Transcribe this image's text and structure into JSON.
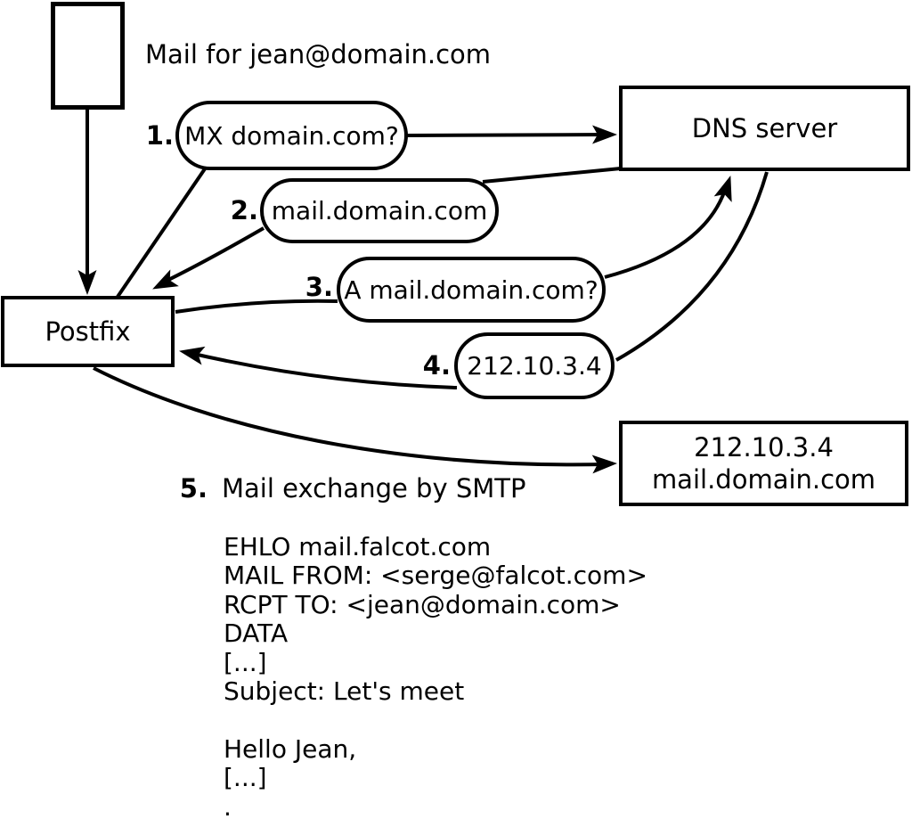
{
  "diagram": {
    "bg_color": "#ffffff",
    "stroke_color": "#000000",
    "intro_label": "Mail for jean@domain.com",
    "nodes": {
      "client": {
        "label": ""
      },
      "postfix": {
        "label": "Postfix"
      },
      "dns": {
        "label": "DNS server"
      },
      "mail_server": {
        "line1": "212.10.3.4",
        "line2": "mail.domain.com"
      }
    },
    "steps": [
      {
        "num": "1.",
        "label": "MX domain.com?"
      },
      {
        "num": "2.",
        "label": "mail.domain.com"
      },
      {
        "num": "3.",
        "label": "A mail.domain.com?"
      },
      {
        "num": "4.",
        "label": "212.10.3.4"
      },
      {
        "num": "5.",
        "label": "Mail exchange by SMTP"
      }
    ],
    "smtp_session": [
      "EHLO mail.falcot.com",
      "MAIL FROM: <serge@falcot.com>",
      "RCPT TO: <jean@domain.com>",
      "DATA",
      "[...]",
      "Subject: Let's meet",
      "",
      "Hello Jean,",
      "[...]",
      "."
    ]
  }
}
